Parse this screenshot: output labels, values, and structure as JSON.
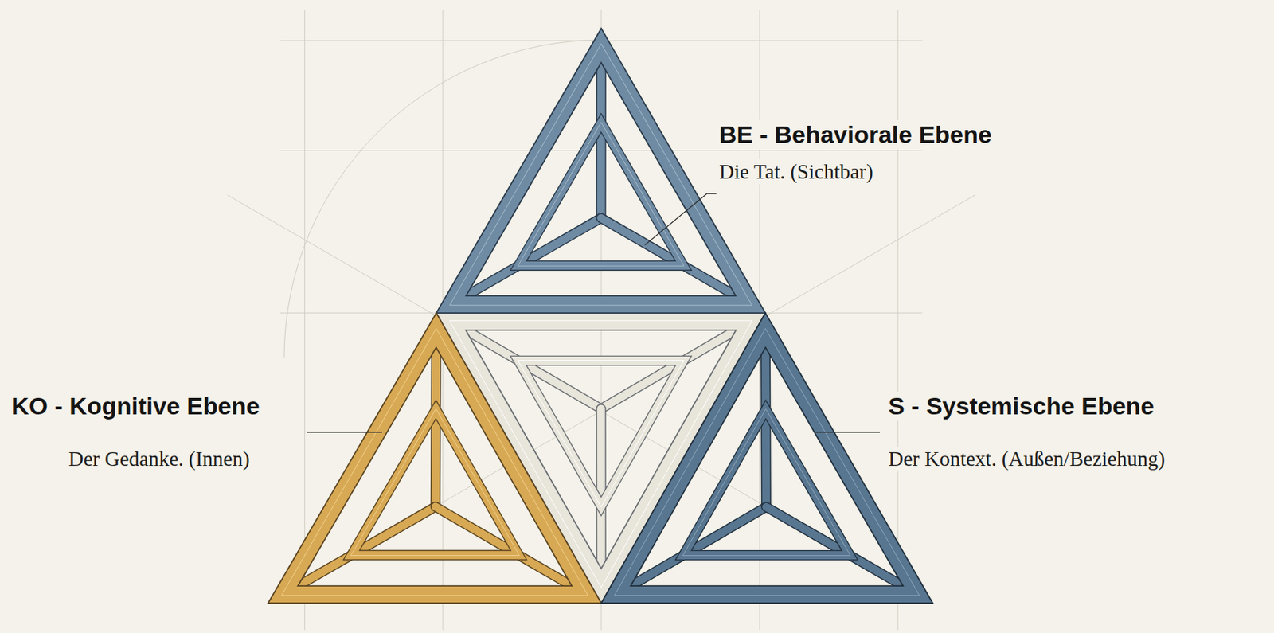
{
  "diagram": {
    "labels": [
      "BE - Behaviorale Ebene",
      "Die Tat. (Sichtbar)",
      "KO - Kognitive Ebene",
      "Der Gedanke. (Innen)",
      "S - Systemische Ebene",
      "Der Kontext. (Außen/Beziehung)"
    ]
  }
}
